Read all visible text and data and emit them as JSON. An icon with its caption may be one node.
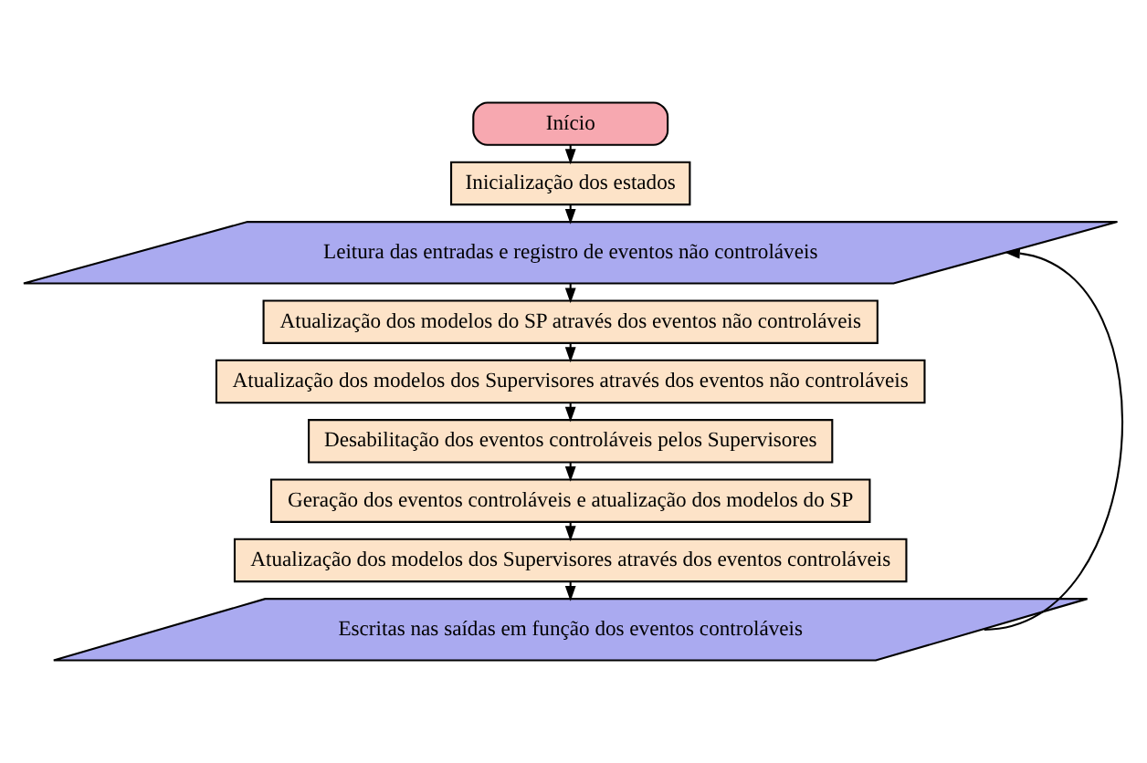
{
  "diagram": {
    "nodes": [
      {
        "text": [
          "Início"
        ]
      },
      {
        "text": [
          "Inicialização dos estados"
        ]
      },
      {
        "text": [
          "Leitura das entradas e registro de eventos não controláveis"
        ]
      },
      {
        "text": [
          "Atualização dos modelos do SP através dos eventos não controláveis"
        ]
      },
      {
        "text": [
          "Atualização dos modelos dos Supervisores através dos eventos não controláveis"
        ]
      },
      {
        "text": [
          "Desabilitação dos eventos controláveis pelos Supervisores"
        ]
      },
      {
        "text": [
          "Geração dos eventos controláveis e atualização dos modelos do SP"
        ]
      },
      {
        "text": [
          "Atualização dos modelos dos Supervisores através dos eventos controláveis"
        ]
      },
      {
        "text": [
          "Escritas nas saídas em função dos eventos controláveis"
        ]
      }
    ],
    "edges": [
      {
        "from": 0,
        "to": 1,
        "arrow": "to"
      },
      {
        "from": 1,
        "to": 2,
        "arrow": "to"
      },
      {
        "from": 2,
        "to": 3,
        "arrow": "to"
      },
      {
        "from": 3,
        "to": 4,
        "arrow": "to"
      },
      {
        "from": 4,
        "to": 5,
        "arrow": "to"
      },
      {
        "from": 5,
        "to": 6,
        "arrow": "to"
      },
      {
        "from": 6,
        "to": 7,
        "arrow": "to"
      },
      {
        "from": 7,
        "to": 8,
        "arrow": "to"
      },
      {
        "from": 8,
        "to": 2,
        "arrow": "to"
      }
    ]
  }
}
